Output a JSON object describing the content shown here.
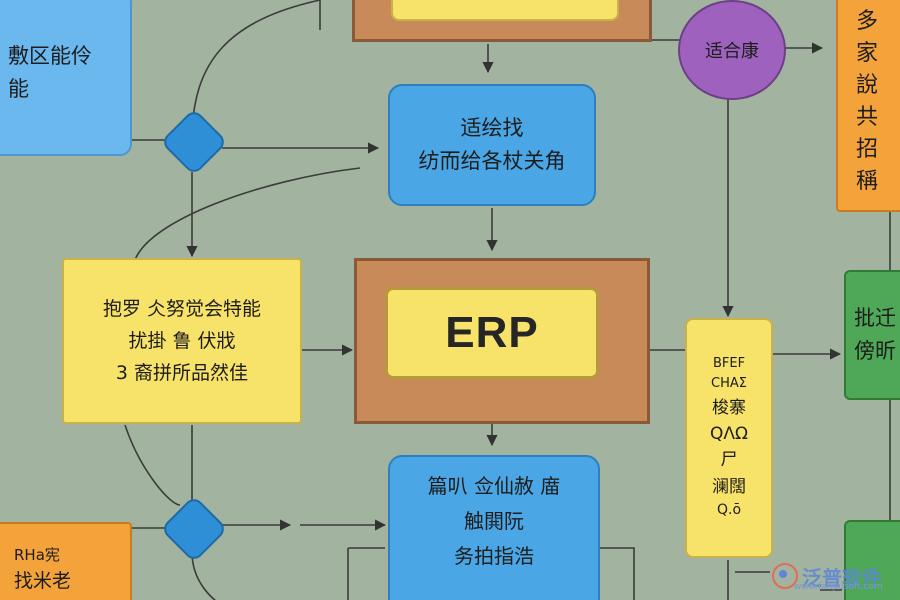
{
  "diagram": {
    "nodes": {
      "top_left_box": [
        "敷区能伶",
        "能"
      ],
      "top_blue_box": [
        "适绘找",
        "纺而给各杖关角"
      ],
      "left_yellow_box": [
        "抱罗 仌努觉会特能",
        "扰掛 鲁 伏戕",
        "3 裔拼所品然佳"
      ],
      "erp_box": "ERP",
      "bottom_blue_box": [
        "篇叭 佥仙赦 庿",
        "触閧阮",
        "务拍指浩"
      ],
      "purple_circle": "适合康",
      "right_orange_box": [
        "多",
        "家",
        "說",
        "共",
        "招",
        "稱"
      ],
      "right_yellow_box": [
        "BFEF",
        "CHAΣ",
        "梭寨",
        "QΛΩ",
        "尸",
        "澜闊",
        "Q.ō"
      ],
      "right_green_box": [
        "批迁",
        "傍昕"
      ],
      "bottom_left_box": [
        "RHa宪",
        "找米老"
      ]
    },
    "watermark": {
      "text": "泛普软件",
      "url": "www.fanpusoft.com"
    }
  }
}
